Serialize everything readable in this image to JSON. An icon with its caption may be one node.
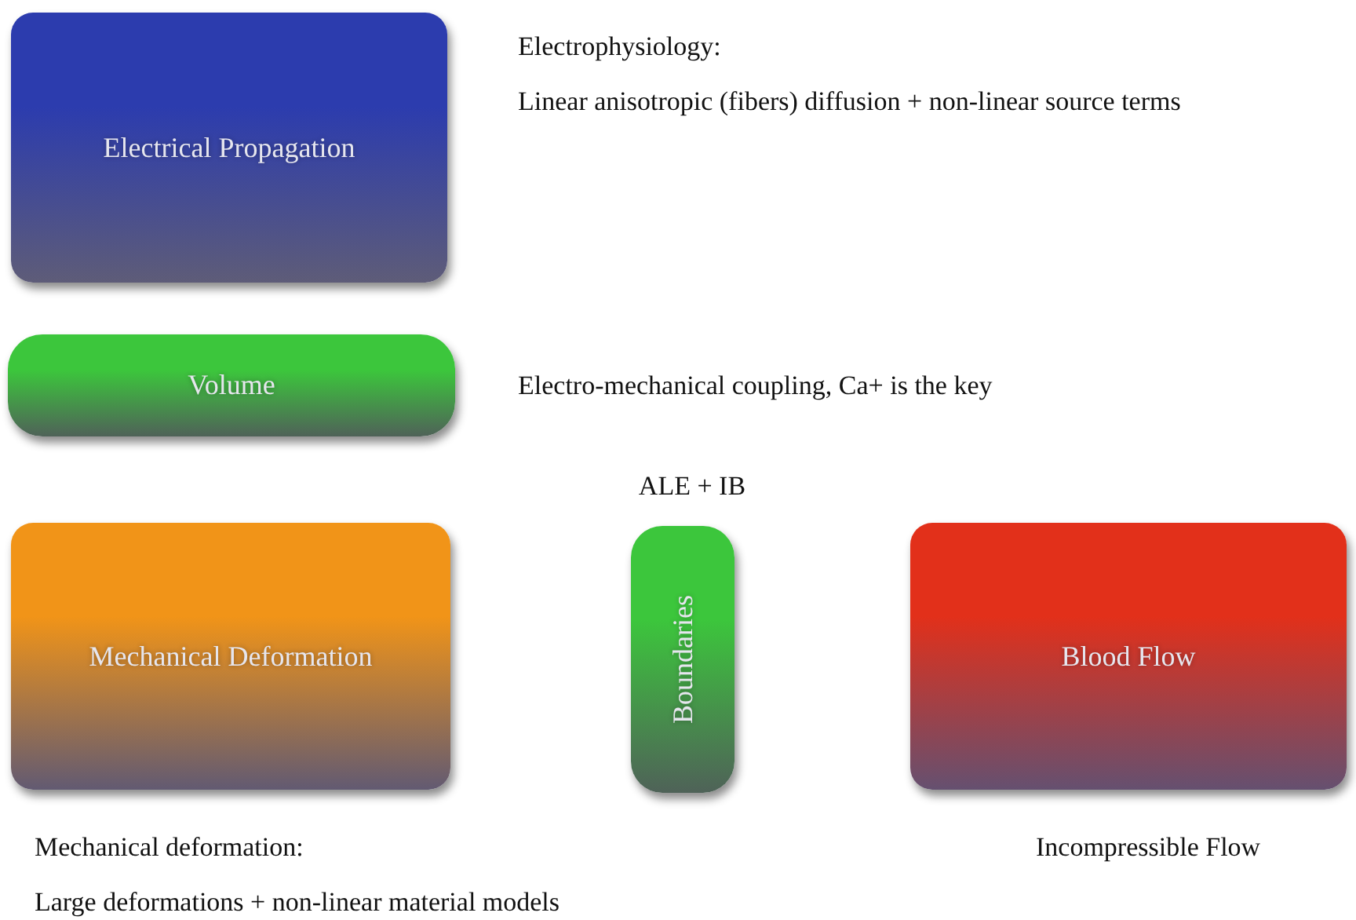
{
  "diagram": {
    "nodes": [
      {
        "text": [
          "Electrical Propagation"
        ],
        "beside": [
          "Electrophysiology:",
          "Linear anisotropic (fibers) diffusion + non-linear source terms"
        ]
      },
      {
        "text": [
          "Volume"
        ],
        "beside": [
          "Electro-mechanical coupling, Ca+ is the key"
        ]
      },
      {
        "text": [
          "Mechanical Deformation"
        ],
        "beside": [
          "Mechanical deformation:",
          "Large deformations + non-linear material models"
        ]
      },
      {
        "text": [
          "Boundaries"
        ],
        "beside": [
          "ALE + IB"
        ]
      },
      {
        "text": [
          "Blood Flow"
        ],
        "beside": [
          "Incompressible Flow"
        ]
      }
    ]
  }
}
